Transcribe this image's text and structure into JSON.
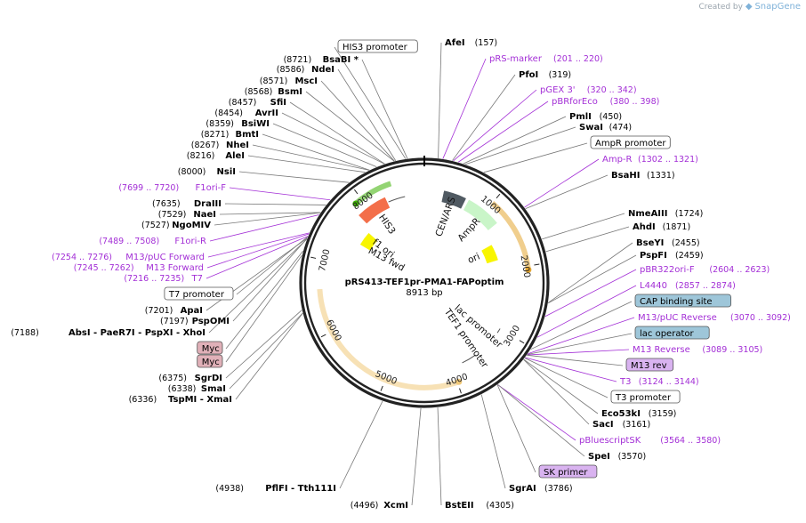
{
  "credit": {
    "prefix": "Created by",
    "brand": "SnapGene"
  },
  "plasmid": {
    "name": "pRS413-TEF1pr-PMA1-FAPoptim",
    "size_label": "8913 bp",
    "length": 8913
  },
  "ticks": [
    {
      "pos": 1000,
      "label": "1000"
    },
    {
      "pos": 2000,
      "label": "2000"
    },
    {
      "pos": 3000,
      "label": "3000"
    },
    {
      "pos": 4000,
      "label": "4000"
    },
    {
      "pos": 5000,
      "label": "5000"
    },
    {
      "pos": 6000,
      "label": "6000"
    },
    {
      "pos": 7000,
      "label": "7000"
    },
    {
      "pos": 8000,
      "label": "8000"
    }
  ],
  "features": [
    {
      "name": "HIS3",
      "start": 7820,
      "end": 8300,
      "dir": -1,
      "color": "#f36f4a",
      "radius": 0.58
    },
    {
      "name": "HIS3 promoter",
      "start": 8320,
      "end": 8600,
      "dir": 0,
      "color": "#ffffff",
      "radius": 0.58
    },
    {
      "name": "CEN/ARS",
      "start": 300,
      "end": 650,
      "dir": 0,
      "color": "#505a62",
      "radius": 0.58
    },
    {
      "name": "AmpR",
      "start": 700,
      "end": 1250,
      "dir": 1,
      "color": "#c9f5c8",
      "radius": 0.58
    },
    {
      "name": "ori",
      "start": 1500,
      "end": 1800,
      "dir": 1,
      "color": "#f8f500",
      "radius": 0.44
    },
    {
      "name": "f1 ori",
      "start": 7450,
      "end": 7720,
      "dir": -1,
      "color": "#f8f500",
      "radius": 0.42
    },
    {
      "name": "lac promoter",
      "start": 3000,
      "end": 3080,
      "dir": 0,
      "color": "#ffffff",
      "radius": 0.58
    },
    {
      "name": "TEF1 promoter",
      "start": 3580,
      "end": 3830,
      "dir": -1,
      "color": "#ffffff",
      "radius": 0.58
    }
  ],
  "inner_feature_labels": [
    {
      "text": "HIS3"
    },
    {
      "text": "CEN/ARS"
    },
    {
      "text": "AmpR"
    },
    {
      "text": "ori"
    },
    {
      "text": "f1 ori"
    },
    {
      "text": "M13 fwd"
    },
    {
      "text": "lac promoter"
    },
    {
      "text": "TEF1 promoter"
    }
  ],
  "orfs": [
    {
      "start": 7900,
      "end": 8450,
      "dir": -1,
      "color": "#3bb000",
      "radius": 0.86
    },
    {
      "start": 1000,
      "end": 2050,
      "dir": 1,
      "color": "#e3a530",
      "radius": 0.86
    },
    {
      "start": 3980,
      "end": 6600,
      "dir": -1,
      "color": "#f0c878",
      "radius": 0.86
    }
  ],
  "right_labels": [
    {
      "name": "AfeI",
      "pos_text": "(157)",
      "pos": 157,
      "type": "enzyme"
    },
    {
      "name": "pRS-marker",
      "pos_text": "(201 .. 220)",
      "pos": 210,
      "type": "primer"
    },
    {
      "name": "PfoI",
      "pos_text": "(319)",
      "pos": 319,
      "type": "enzyme"
    },
    {
      "name": "pGEX 3'",
      "pos_text": "(320 .. 342)",
      "pos": 331,
      "type": "primer"
    },
    {
      "name": "pBRforEco",
      "pos_text": "(380 .. 398)",
      "pos": 389,
      "type": "primer"
    },
    {
      "name": "PmlI",
      "pos_text": "(450)",
      "pos": 450,
      "type": "enzyme"
    },
    {
      "name": "SwaI",
      "pos_text": "(474)",
      "pos": 474,
      "type": "enzyme"
    },
    {
      "name": "AmpR promoter",
      "pos_text": "",
      "pos": 700,
      "type": "box"
    },
    {
      "name": "Amp-R",
      "pos_text": "(1302 .. 1321)",
      "pos": 1311,
      "type": "primer"
    },
    {
      "name": "BsaHI",
      "pos_text": "(1331)",
      "pos": 1331,
      "type": "enzyme"
    },
    {
      "name": "NmeAIII",
      "pos_text": "(1724)",
      "pos": 1724,
      "type": "enzyme"
    },
    {
      "name": "AhdI",
      "pos_text": "(1871)",
      "pos": 1871,
      "type": "enzyme"
    },
    {
      "name": "BseYI",
      "pos_text": "(2455)",
      "pos": 2455,
      "type": "enzyme"
    },
    {
      "name": "PspFI",
      "pos_text": "(2459)",
      "pos": 2459,
      "type": "enzyme"
    },
    {
      "name": "pBR322ori-F",
      "pos_text": "(2604 .. 2623)",
      "pos": 2613,
      "type": "primer"
    },
    {
      "name": "L4440",
      "pos_text": "(2857 .. 2874)",
      "pos": 2865,
      "type": "primer"
    },
    {
      "name": "CAP binding site",
      "pos_text": "",
      "pos": 3020,
      "type": "box-blue"
    },
    {
      "name": "M13/pUC Reverse",
      "pos_text": "(3070 .. 3092)",
      "pos": 3081,
      "type": "primer"
    },
    {
      "name": "lac operator",
      "pos_text": "",
      "pos": 3090,
      "type": "box-blue"
    },
    {
      "name": "M13 Reverse",
      "pos_text": "(3089 .. 3105)",
      "pos": 3097,
      "type": "primer"
    },
    {
      "name": "M13 rev",
      "pos_text": "",
      "pos": 3100,
      "type": "box-purple"
    },
    {
      "name": "T3",
      "pos_text": "(3124 .. 3144)",
      "pos": 3134,
      "type": "primer"
    },
    {
      "name": "T3 promoter",
      "pos_text": "",
      "pos": 3140,
      "type": "box"
    },
    {
      "name": "Eco53kI",
      "pos_text": "(3159)",
      "pos": 3159,
      "type": "enzyme"
    },
    {
      "name": "SacI",
      "pos_text": "(3161)",
      "pos": 3161,
      "type": "enzyme"
    },
    {
      "name": "pBluescriptSK",
      "pos_text": "(3564 .. 3580)",
      "pos": 3572,
      "type": "primer"
    },
    {
      "name": "SpeI",
      "pos_text": "(3570)",
      "pos": 3570,
      "type": "enzyme"
    },
    {
      "name": "SK primer",
      "pos_text": "",
      "pos": 3575,
      "type": "box-purple"
    },
    {
      "name": "SgrAI",
      "pos_text": "(3786)",
      "pos": 3786,
      "type": "enzyme"
    }
  ],
  "bottom_labels": [
    {
      "name": "BstEII",
      "pos_text": "(4305)",
      "pos": 4305,
      "type": "enzyme"
    },
    {
      "name": "XcmI",
      "pos_text": "(4496)",
      "pos": 4496,
      "type": "enzyme"
    },
    {
      "name": "PflFI - Tth111I",
      "pos_text": "(4938)",
      "pos": 4938,
      "type": "enzyme"
    }
  ],
  "left_labels": [
    {
      "name": "TspMI - XmaI",
      "pos_text": "(6336)",
      "pos": 6336,
      "type": "enzyme"
    },
    {
      "name": "SmaI",
      "pos_text": "(6338)",
      "pos": 6338,
      "type": "enzyme"
    },
    {
      "name": "SgrDI",
      "pos_text": "(6375)",
      "pos": 6375,
      "type": "enzyme"
    },
    {
      "name": "Myc",
      "pos_text": "",
      "pos": 7000,
      "type": "box-pink"
    },
    {
      "name": "Myc",
      "pos_text": "",
      "pos": 7050,
      "type": "box-pink"
    },
    {
      "name": "AbsI - PaeR7I - PspXI - XhoI",
      "pos_text": "(7188)",
      "pos": 7188,
      "type": "enzyme"
    },
    {
      "name": "PspOMI",
      "pos_text": "(7197)",
      "pos": 7197,
      "type": "enzyme"
    },
    {
      "name": "ApaI",
      "pos_text": "(7201)",
      "pos": 7201,
      "type": "enzyme"
    },
    {
      "name": "T7 promoter",
      "pos_text": "",
      "pos": 7220,
      "type": "box"
    },
    {
      "name": "T7",
      "pos_text": "(7216 .. 7235)",
      "pos": 7225,
      "type": "primer"
    },
    {
      "name": "M13 Forward",
      "pos_text": "(7245 .. 7262)",
      "pos": 7253,
      "type": "primer"
    },
    {
      "name": "M13/pUC Forward",
      "pos_text": "(7254 .. 7276)",
      "pos": 7265,
      "type": "primer"
    },
    {
      "name": "F1ori-R",
      "pos_text": "(7489 .. 7508)",
      "pos": 7498,
      "type": "primer"
    },
    {
      "name": "NgoMIV",
      "pos_text": "(7527)",
      "pos": 7527,
      "type": "enzyme"
    },
    {
      "name": "NaeI",
      "pos_text": "(7529)",
      "pos": 7529,
      "type": "enzyme"
    },
    {
      "name": "DraIII",
      "pos_text": "(7635)",
      "pos": 7635,
      "type": "enzyme"
    },
    {
      "name": "F1ori-F",
      "pos_text": "(7699 .. 7720)",
      "pos": 7710,
      "type": "primer"
    },
    {
      "name": "NsiI",
      "pos_text": "(8000)",
      "pos": 8000,
      "type": "enzyme"
    },
    {
      "name": "AleI",
      "pos_text": "(8216)",
      "pos": 8216,
      "type": "enzyme"
    },
    {
      "name": "NheI",
      "pos_text": "(8267)",
      "pos": 8267,
      "type": "enzyme"
    },
    {
      "name": "BmtI",
      "pos_text": "(8271)",
      "pos": 8271,
      "type": "enzyme"
    },
    {
      "name": "BsiWI",
      "pos_text": "(8359)",
      "pos": 8359,
      "type": "enzyme"
    },
    {
      "name": "AvrII",
      "pos_text": "(8454)",
      "pos": 8454,
      "type": "enzyme"
    },
    {
      "name": "SfiI",
      "pos_text": "(8457)",
      "pos": 8457,
      "type": "enzyme"
    },
    {
      "name": "BsmI",
      "pos_text": "(8568)",
      "pos": 8568,
      "type": "enzyme"
    },
    {
      "name": "MscI",
      "pos_text": "(8571)",
      "pos": 8571,
      "type": "enzyme"
    },
    {
      "name": "NdeI",
      "pos_text": "(8586)",
      "pos": 8586,
      "type": "enzyme"
    },
    {
      "name": "BsaBI *",
      "pos_text": "(8721)",
      "pos": 8721,
      "type": "enzyme"
    }
  ],
  "top_box": {
    "name": "HIS3 promoter",
    "pos": 8700
  },
  "colors": {
    "enzyme": "#000000",
    "primer": "#a32fd6",
    "box_blue": "#9ec6d9",
    "box_purple": "#d9b3f0",
    "box_pink": "#e0b0b8",
    "backbone": "#222222"
  }
}
